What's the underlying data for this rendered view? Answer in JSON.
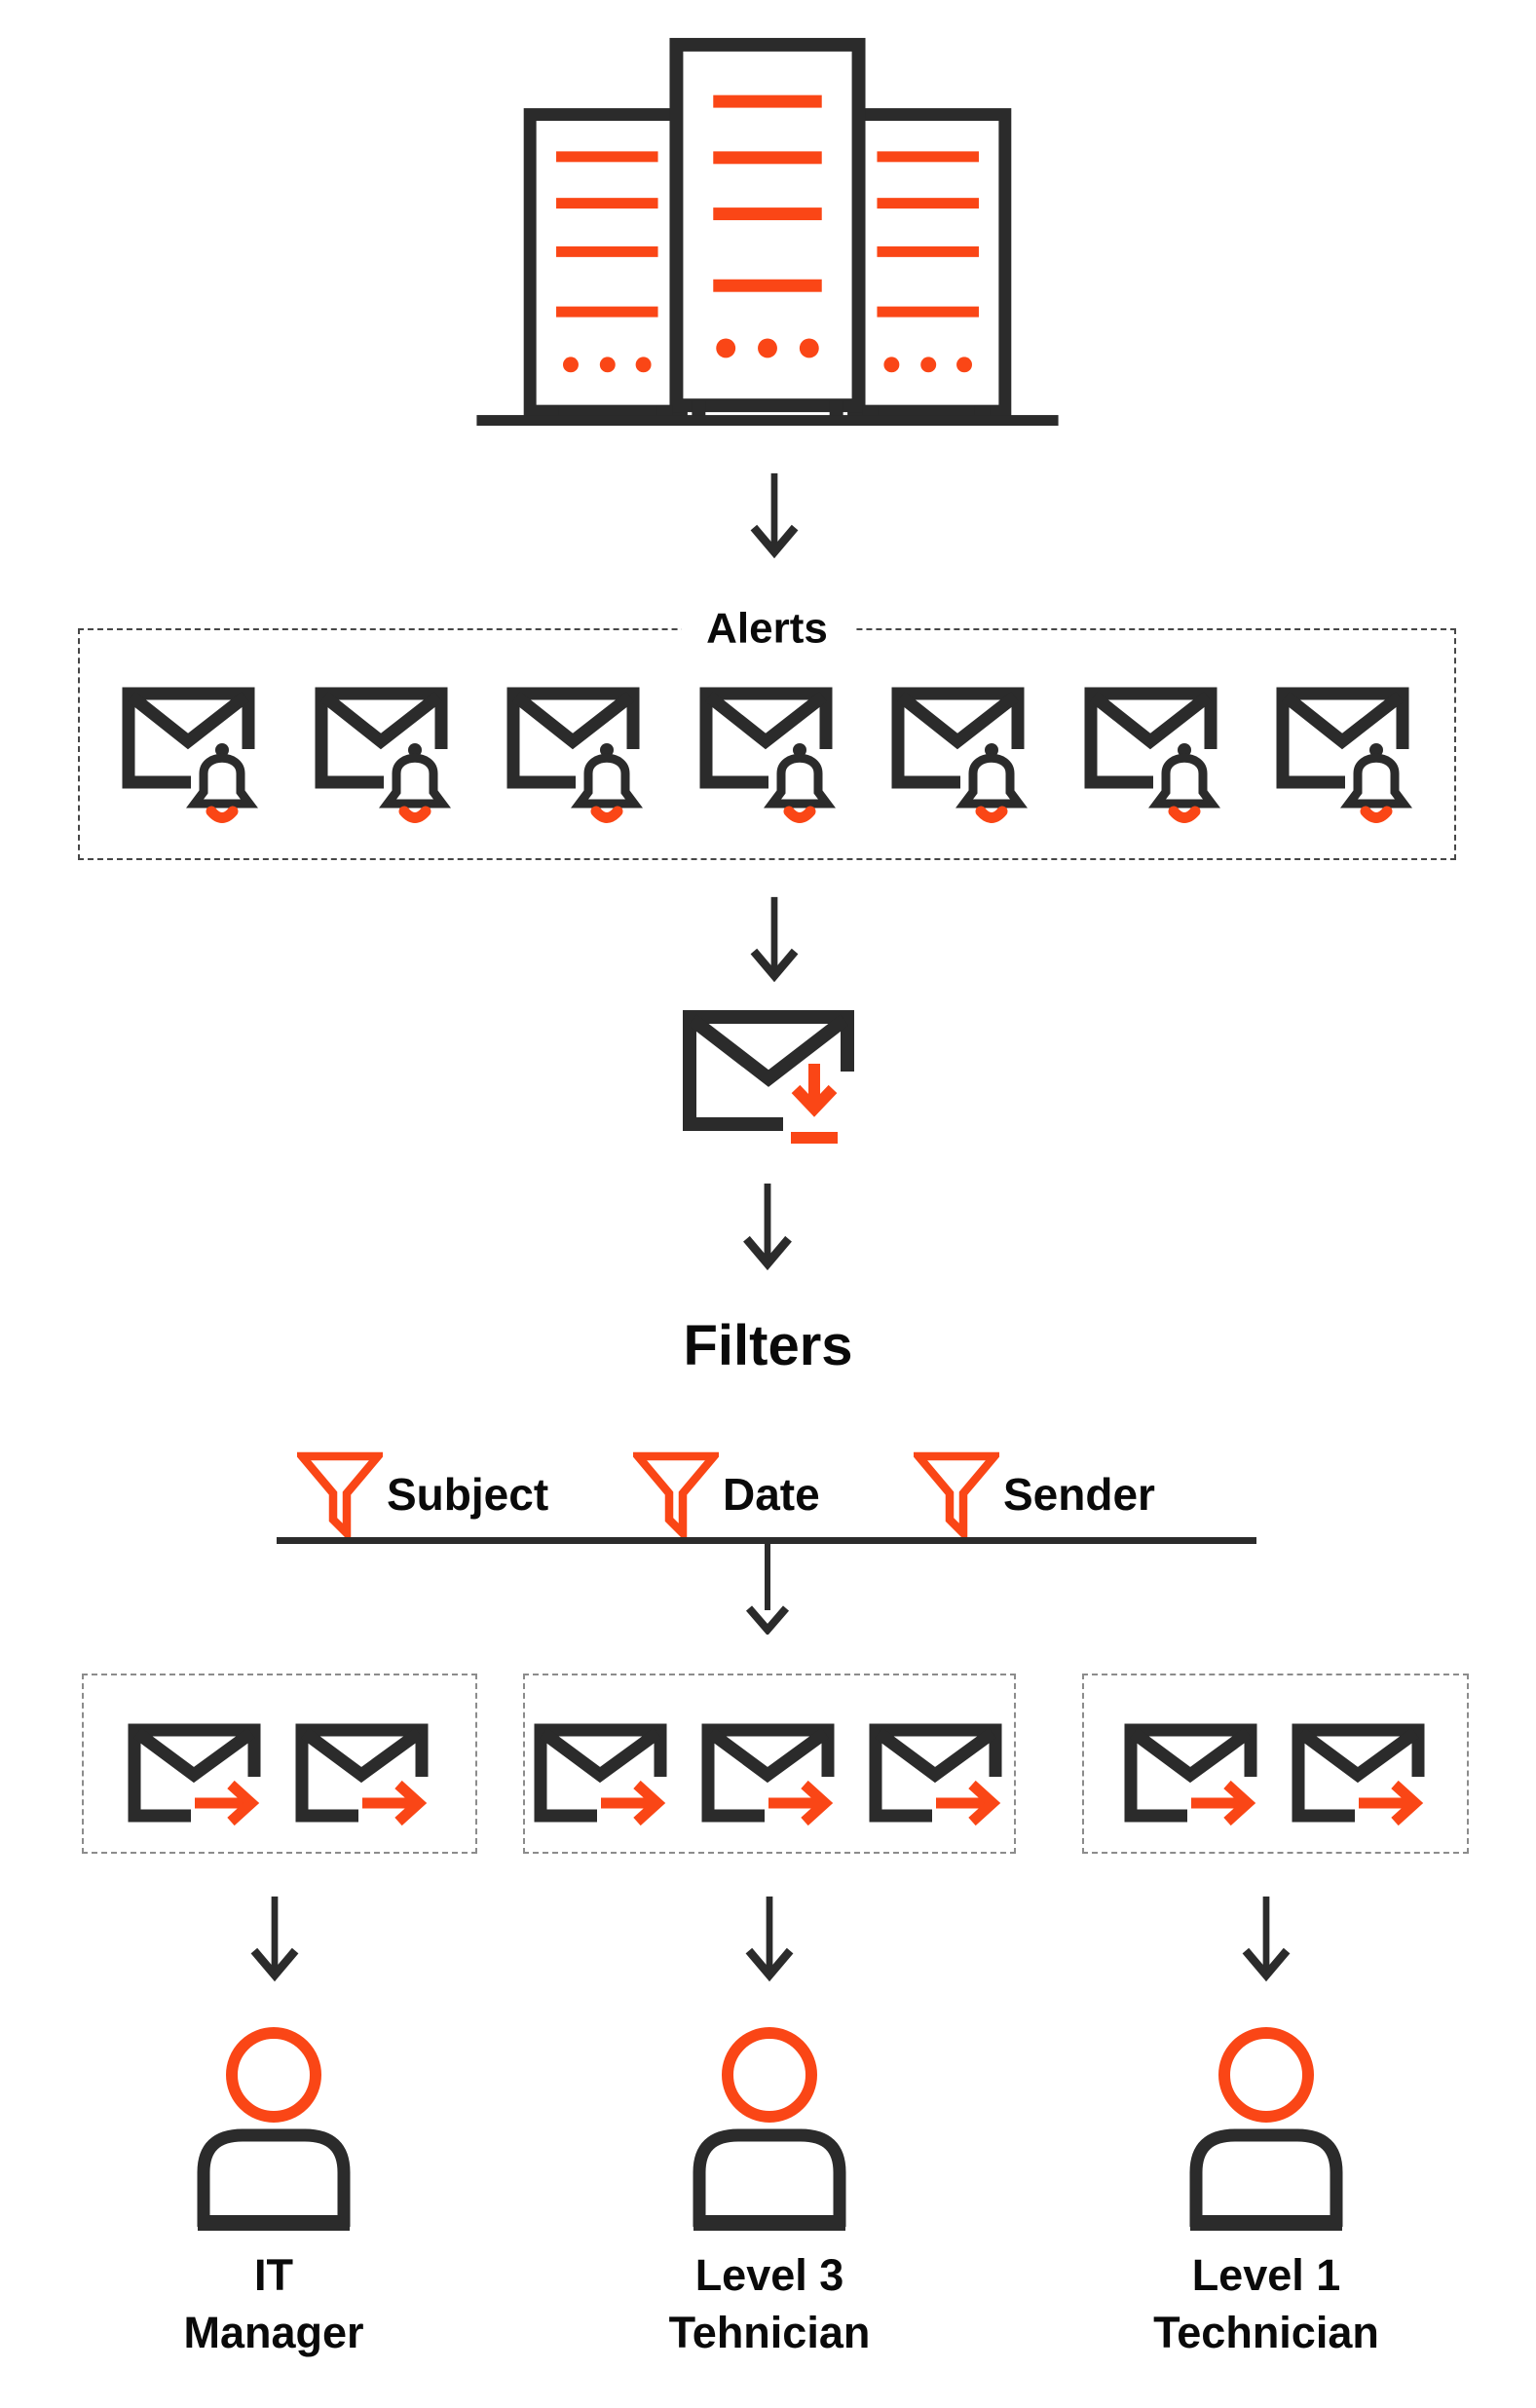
{
  "palette": {
    "orange": "#FA4616",
    "dark": "#2B2B2B",
    "text": "#0A0A0A",
    "dash_strong": "#474747",
    "dash_soft": "#8C8C8C"
  },
  "diagram": {
    "server": {
      "icon": "server-rack"
    },
    "alerts": {
      "label": "Alerts",
      "count": 7,
      "icon": "mail-alert"
    },
    "collector": {
      "icon": "mail-download"
    },
    "filters": {
      "title": "Filters",
      "options": [
        "Subject",
        "Date",
        "Sender"
      ]
    },
    "routes": [
      {
        "mail_count": 2,
        "recipient": {
          "line1": "IT",
          "line2": "Manager"
        }
      },
      {
        "mail_count": 3,
        "recipient": {
          "line1": "Level 3",
          "line2": "Tehnician"
        }
      },
      {
        "mail_count": 2,
        "recipient": {
          "line1": "Level 1",
          "line2": "Technician"
        }
      }
    ]
  }
}
